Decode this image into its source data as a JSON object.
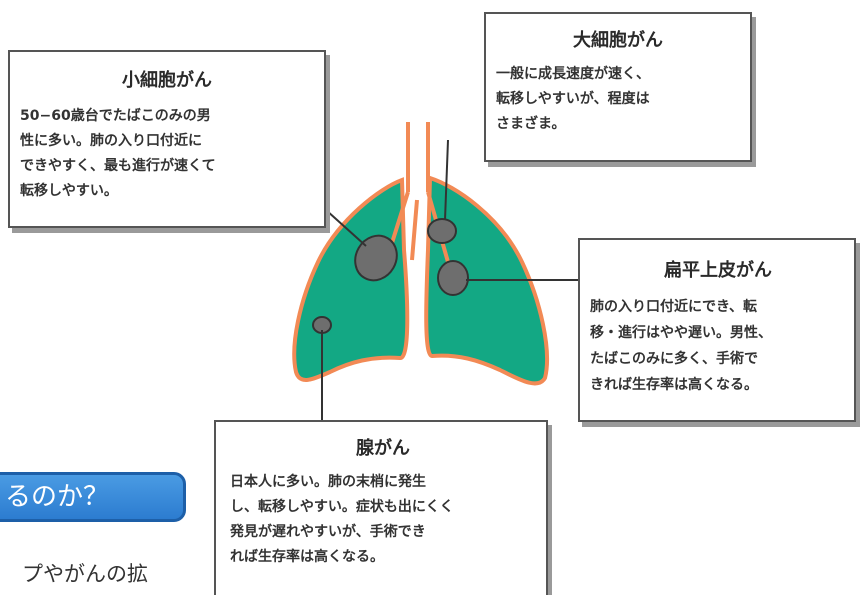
{
  "boxes": {
    "small_cell": {
      "title": "小細胞がん",
      "lines": [
        "50−60歳台でたばこのみの男",
        "性に多い。肺の入り口付近に",
        "できやすく、最も進行が速くて",
        "転移しやすい。"
      ]
    },
    "large_cell": {
      "title": "大細胞がん",
      "lines": [
        "一般に成長速度が速く、",
        "転移しやすいが、程度は",
        "さまざま。"
      ]
    },
    "squamous": {
      "title": "扁平上皮がん",
      "lines": [
        "肺の入り口付近にでき、転",
        "移・進行はやや遅い。男性、",
        "たばこのみに多く、手術で",
        "きれば生存率は高くなる。"
      ]
    },
    "adeno": {
      "title": "腺がん",
      "lines": [
        "日本人に多い。肺の末梢に発生",
        "し、転移しやすい。症状も出にくく",
        "発見が遅れやすいが、手術でき",
        "れば生存率は高くなる。"
      ]
    }
  },
  "background_page": {
    "heading_fragment": "るのか？",
    "body_fragment": "プやがんの拡"
  },
  "colors": {
    "lung_fill": "#13a884",
    "lung_outline": "#f28a55",
    "tumor_fill": "#6e6e6e",
    "banner_blue": "#2c7cd0"
  }
}
